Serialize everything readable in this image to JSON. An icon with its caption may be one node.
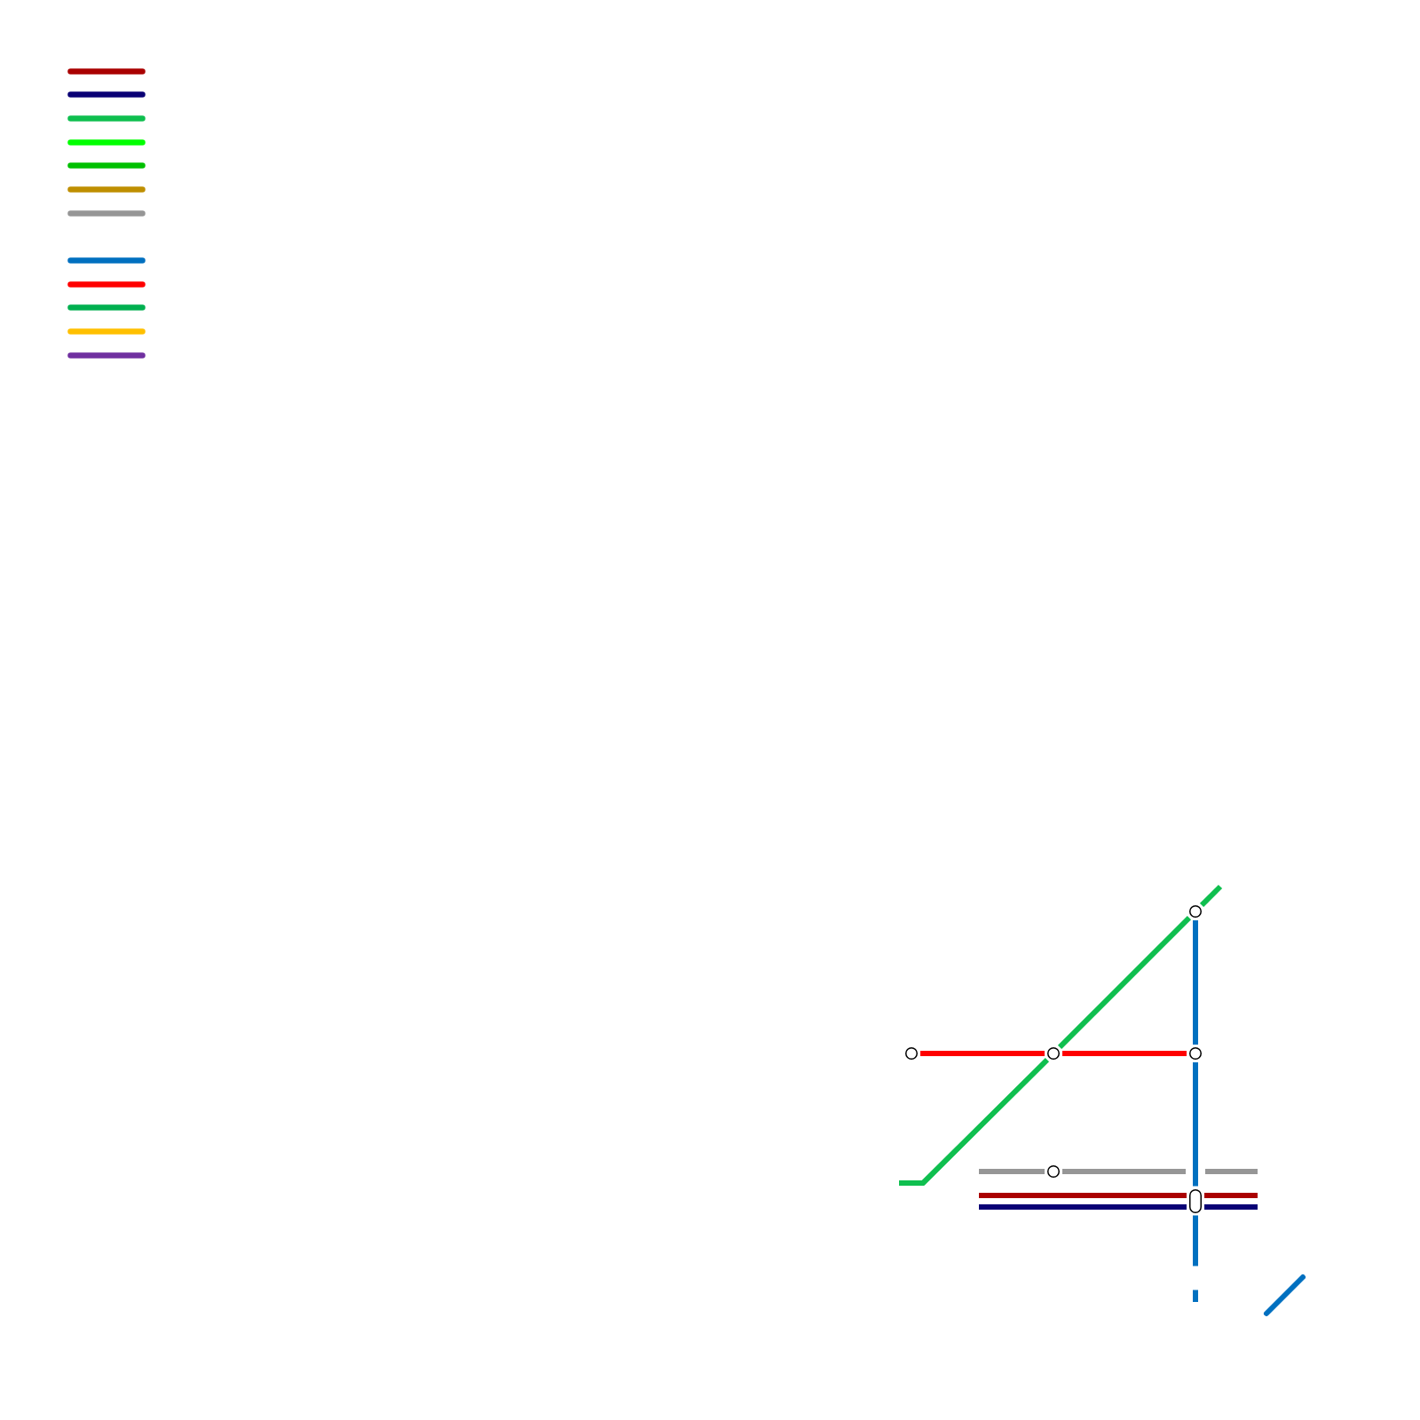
{
  "diagram": {
    "nodes": [
      {
        "text": [],
        "shape": "circle"
      },
      {
        "text": [],
        "shape": "circle"
      },
      {
        "text": [],
        "shape": "circle"
      },
      {
        "text": [],
        "shape": "circle"
      },
      {
        "text": [],
        "shape": "circle"
      },
      {
        "text": [],
        "shape": "capsule"
      }
    ],
    "edges": [
      {
        "from": 1,
        "to": 2,
        "arrow": "none",
        "color": "#ff0000"
      },
      {
        "from": 2,
        "to": 3,
        "arrow": "none",
        "color": "#ff0000"
      },
      {
        "from": null,
        "to": 2,
        "arrow": "none",
        "color": "#0fbf4f"
      },
      {
        "from": 2,
        "to": 0,
        "arrow": "none",
        "color": "#0fbf4f"
      },
      {
        "from": 0,
        "to": null,
        "arrow": "none",
        "color": "#0fbf4f"
      },
      {
        "from": 0,
        "to": 3,
        "arrow": "none",
        "color": "#0070c0"
      },
      {
        "from": 3,
        "to": 5,
        "arrow": "none",
        "color": "#0070c0"
      },
      {
        "from": 5,
        "to": null,
        "arrow": "none",
        "style": "dashed",
        "color": "#0070c0"
      },
      {
        "from": null,
        "to": 4,
        "arrow": "none",
        "color": "#969696"
      },
      {
        "from": 4,
        "to": null,
        "arrow": "none",
        "color": "#969696"
      },
      {
        "from": null,
        "to": 5,
        "arrow": "none",
        "color": "#aa0000"
      },
      {
        "from": 5,
        "to": null,
        "arrow": "none",
        "color": "#aa0000"
      },
      {
        "from": null,
        "to": 5,
        "arrow": "none",
        "color": "#0a0075"
      },
      {
        "from": 5,
        "to": null,
        "arrow": "none",
        "color": "#0a0075"
      }
    ]
  }
}
